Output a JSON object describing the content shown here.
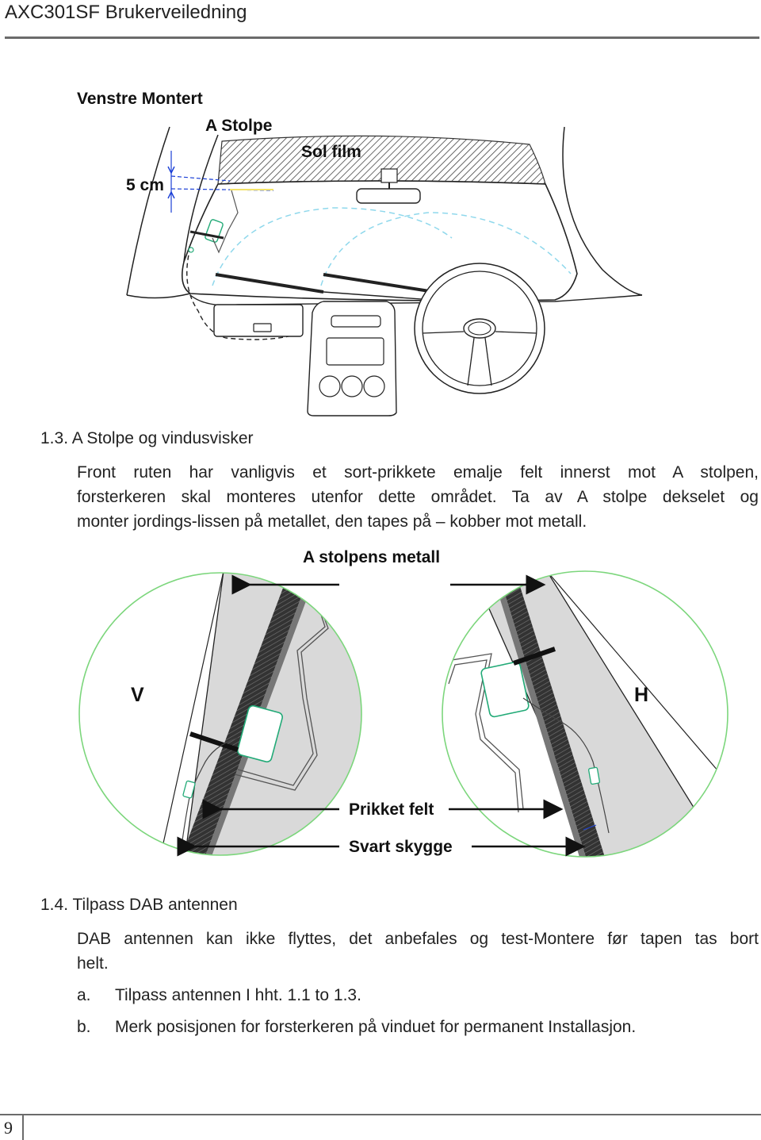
{
  "header": {
    "title": "AXC301SF Brukerveiledning"
  },
  "figure1": {
    "title": "Venstre Montert",
    "label_a_stolpe": "A Stolpe",
    "label_sol_film": "Sol film",
    "label_distance": "5 cm"
  },
  "section_1_3": {
    "heading": "1.3. A Stolpe og vindusvisker",
    "paragraph_lines": [
      "Front ruten har vanligvis et sort-prikkete emalje felt innerst mot A stolpen,",
      "forsterkeren skal monteres utenfor dette området. Ta av A stolpe dekselet og",
      "monter jordings-lissen på metallet, den tapes på – kobber mot metall."
    ]
  },
  "figure2": {
    "label_metal": "A stolpens metall",
    "label_left": "V",
    "label_right": "H",
    "label_dotted": "Prikket felt",
    "label_shadow": "Svart skygge"
  },
  "section_1_4": {
    "heading": "1.4. Tilpass DAB antennen",
    "paragraph_lines": [
      "DAB antennen kan ikke flyttes, det anbefales og test-Montere før tapen tas bort",
      "helt."
    ],
    "items": [
      {
        "marker": "a.",
        "text": "Tilpass antennen I hht. 1.1 to 1.3."
      },
      {
        "marker": "b.",
        "text": "Merk posisjonen for forsterkeren på vinduet for permanent Installasjon."
      }
    ]
  },
  "footer": {
    "page_number": "9"
  },
  "colors": {
    "rule": "#6b6b6b",
    "guide_blue": "#1a3fd6",
    "circle_green": "#7cd67c",
    "arc_cyan": "#8fd8ec",
    "film_yellow": "#f3e36a"
  }
}
